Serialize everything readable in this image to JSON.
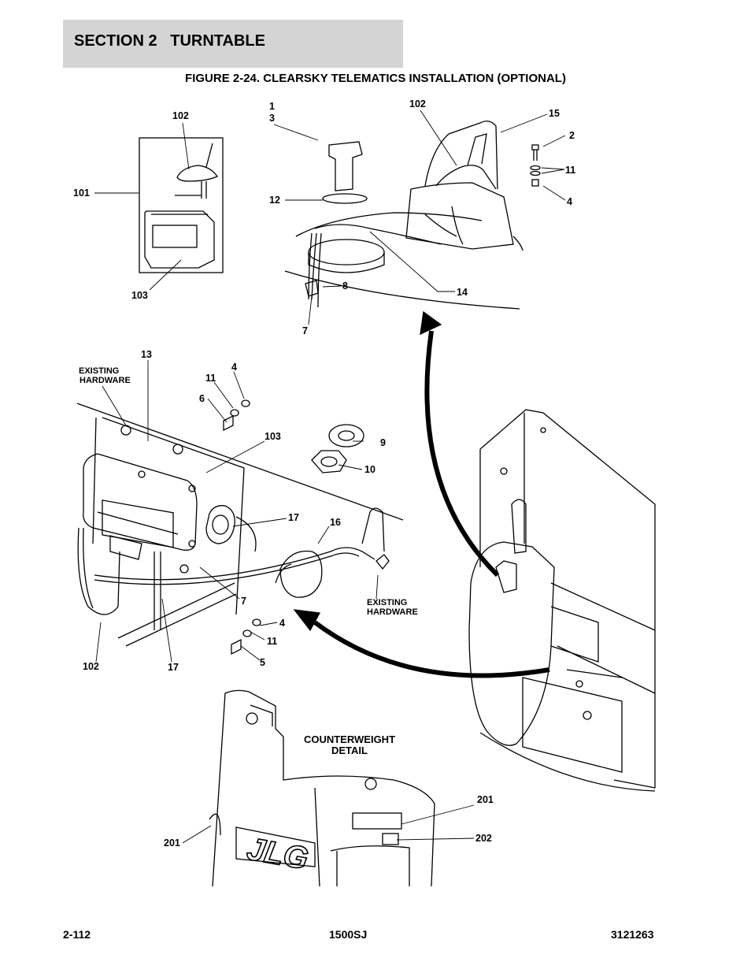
{
  "header": {
    "section": "SECTION 2   TURNTABLE"
  },
  "figure": {
    "title": "FIGURE 2-24. CLEARSKY TELEMATICS INSTALLATION (OPTIONAL)"
  },
  "callouts": {
    "inset_kit": {
      "c101": "101",
      "c102": "102",
      "c103": "103"
    },
    "antenna_detail": {
      "c1": "1",
      "c3": "3",
      "c102": "102",
      "c15": "15",
      "c2": "2",
      "c11": "11",
      "c12": "12",
      "c4": "4",
      "c8": "8",
      "c14": "14",
      "c7": "7"
    },
    "module_detail": {
      "c13": "13",
      "c11": "11",
      "c4": "4",
      "c6": "6",
      "c103": "103",
      "c9": "9",
      "c10": "10",
      "c17a": "17",
      "c16": "16",
      "c7": "7",
      "c4b": "4",
      "c11b": "11",
      "c5": "5",
      "c102": "102",
      "c17b": "17"
    },
    "counterweight_detail": {
      "c201a": "201",
      "c201b": "201",
      "c202": "202"
    }
  },
  "notes": {
    "existing_hardware_1": [
      "EXISTING",
      "HARDWARE"
    ],
    "existing_hardware_2": [
      "EXISTING",
      "HARDWARE"
    ],
    "counterweight_detail": [
      "COUNTERWEIGHT",
      "DETAIL"
    ],
    "logo": "JLG"
  },
  "footer": {
    "page": "2-112",
    "model": "1500SJ",
    "doc_number": "3121263"
  }
}
